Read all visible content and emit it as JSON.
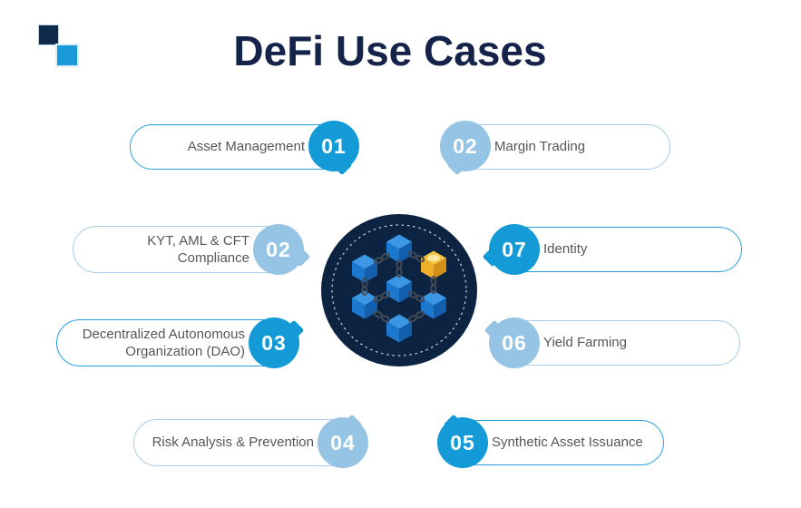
{
  "title": "DeFi Use Cases",
  "logo": {
    "name": "offset-squares-logo"
  },
  "pills": [
    {
      "number": "01",
      "label": "Asset Management"
    },
    {
      "number": "02",
      "label": "Margin Trading"
    },
    {
      "number": "02",
      "label": "KYT, AML & CFT Compliance"
    },
    {
      "number": "07",
      "label": "Identity"
    },
    {
      "number": "03",
      "label": "Decentralized Autonomous Organization (DAO)"
    },
    {
      "number": "06",
      "label": "Yield Farming"
    },
    {
      "number": "04",
      "label": "Risk Analysis & Prevention"
    },
    {
      "number": "05",
      "label": "Synthetic Asset Issuance"
    }
  ],
  "center_illustration": {
    "name": "blockchain-cube-network"
  },
  "colors": {
    "bright_blue": "#149BD7",
    "light_blue": "#96C4E4",
    "navy_circle": "#0D2342",
    "title_navy": "#15234A",
    "label_gray": "#54565A",
    "gold": "#EFB22B"
  }
}
